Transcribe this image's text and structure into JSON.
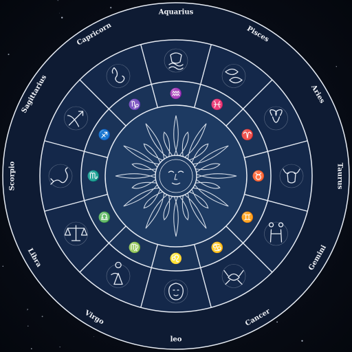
{
  "wheel": {
    "colors": {
      "background": "#070b14",
      "outer_ring": "#0e1b33",
      "center": "#1d3a62",
      "line": "#e8edf5",
      "text": "#f2f4f8"
    },
    "center_icon": "sun-face",
    "signs": [
      {
        "name": "Aquarius",
        "glyph": "♒",
        "icon": "water-bearer-icon"
      },
      {
        "name": "Pisces",
        "glyph": "♓",
        "icon": "two-fish-icon"
      },
      {
        "name": "Aries",
        "glyph": "♈",
        "icon": "ram-icon"
      },
      {
        "name": "Taurus",
        "glyph": "♉",
        "icon": "bull-icon"
      },
      {
        "name": "Gemini",
        "glyph": "♊",
        "icon": "twins-icon"
      },
      {
        "name": "Cancer",
        "glyph": "♋",
        "icon": "crab-icon"
      },
      {
        "name": "leo",
        "glyph": "♌",
        "icon": "lion-icon"
      },
      {
        "name": "Virgo",
        "glyph": "♍",
        "icon": "maiden-icon"
      },
      {
        "name": "Libra",
        "glyph": "♎",
        "icon": "scales-icon"
      },
      {
        "name": "Scorpio",
        "glyph": "♏",
        "icon": "scorpion-icon"
      },
      {
        "name": "Sagittarius",
        "glyph": "♐",
        "icon": "bow-arrow-icon"
      },
      {
        "name": "Capricorn",
        "glyph": "♑",
        "icon": "sea-goat-icon"
      }
    ]
  }
}
